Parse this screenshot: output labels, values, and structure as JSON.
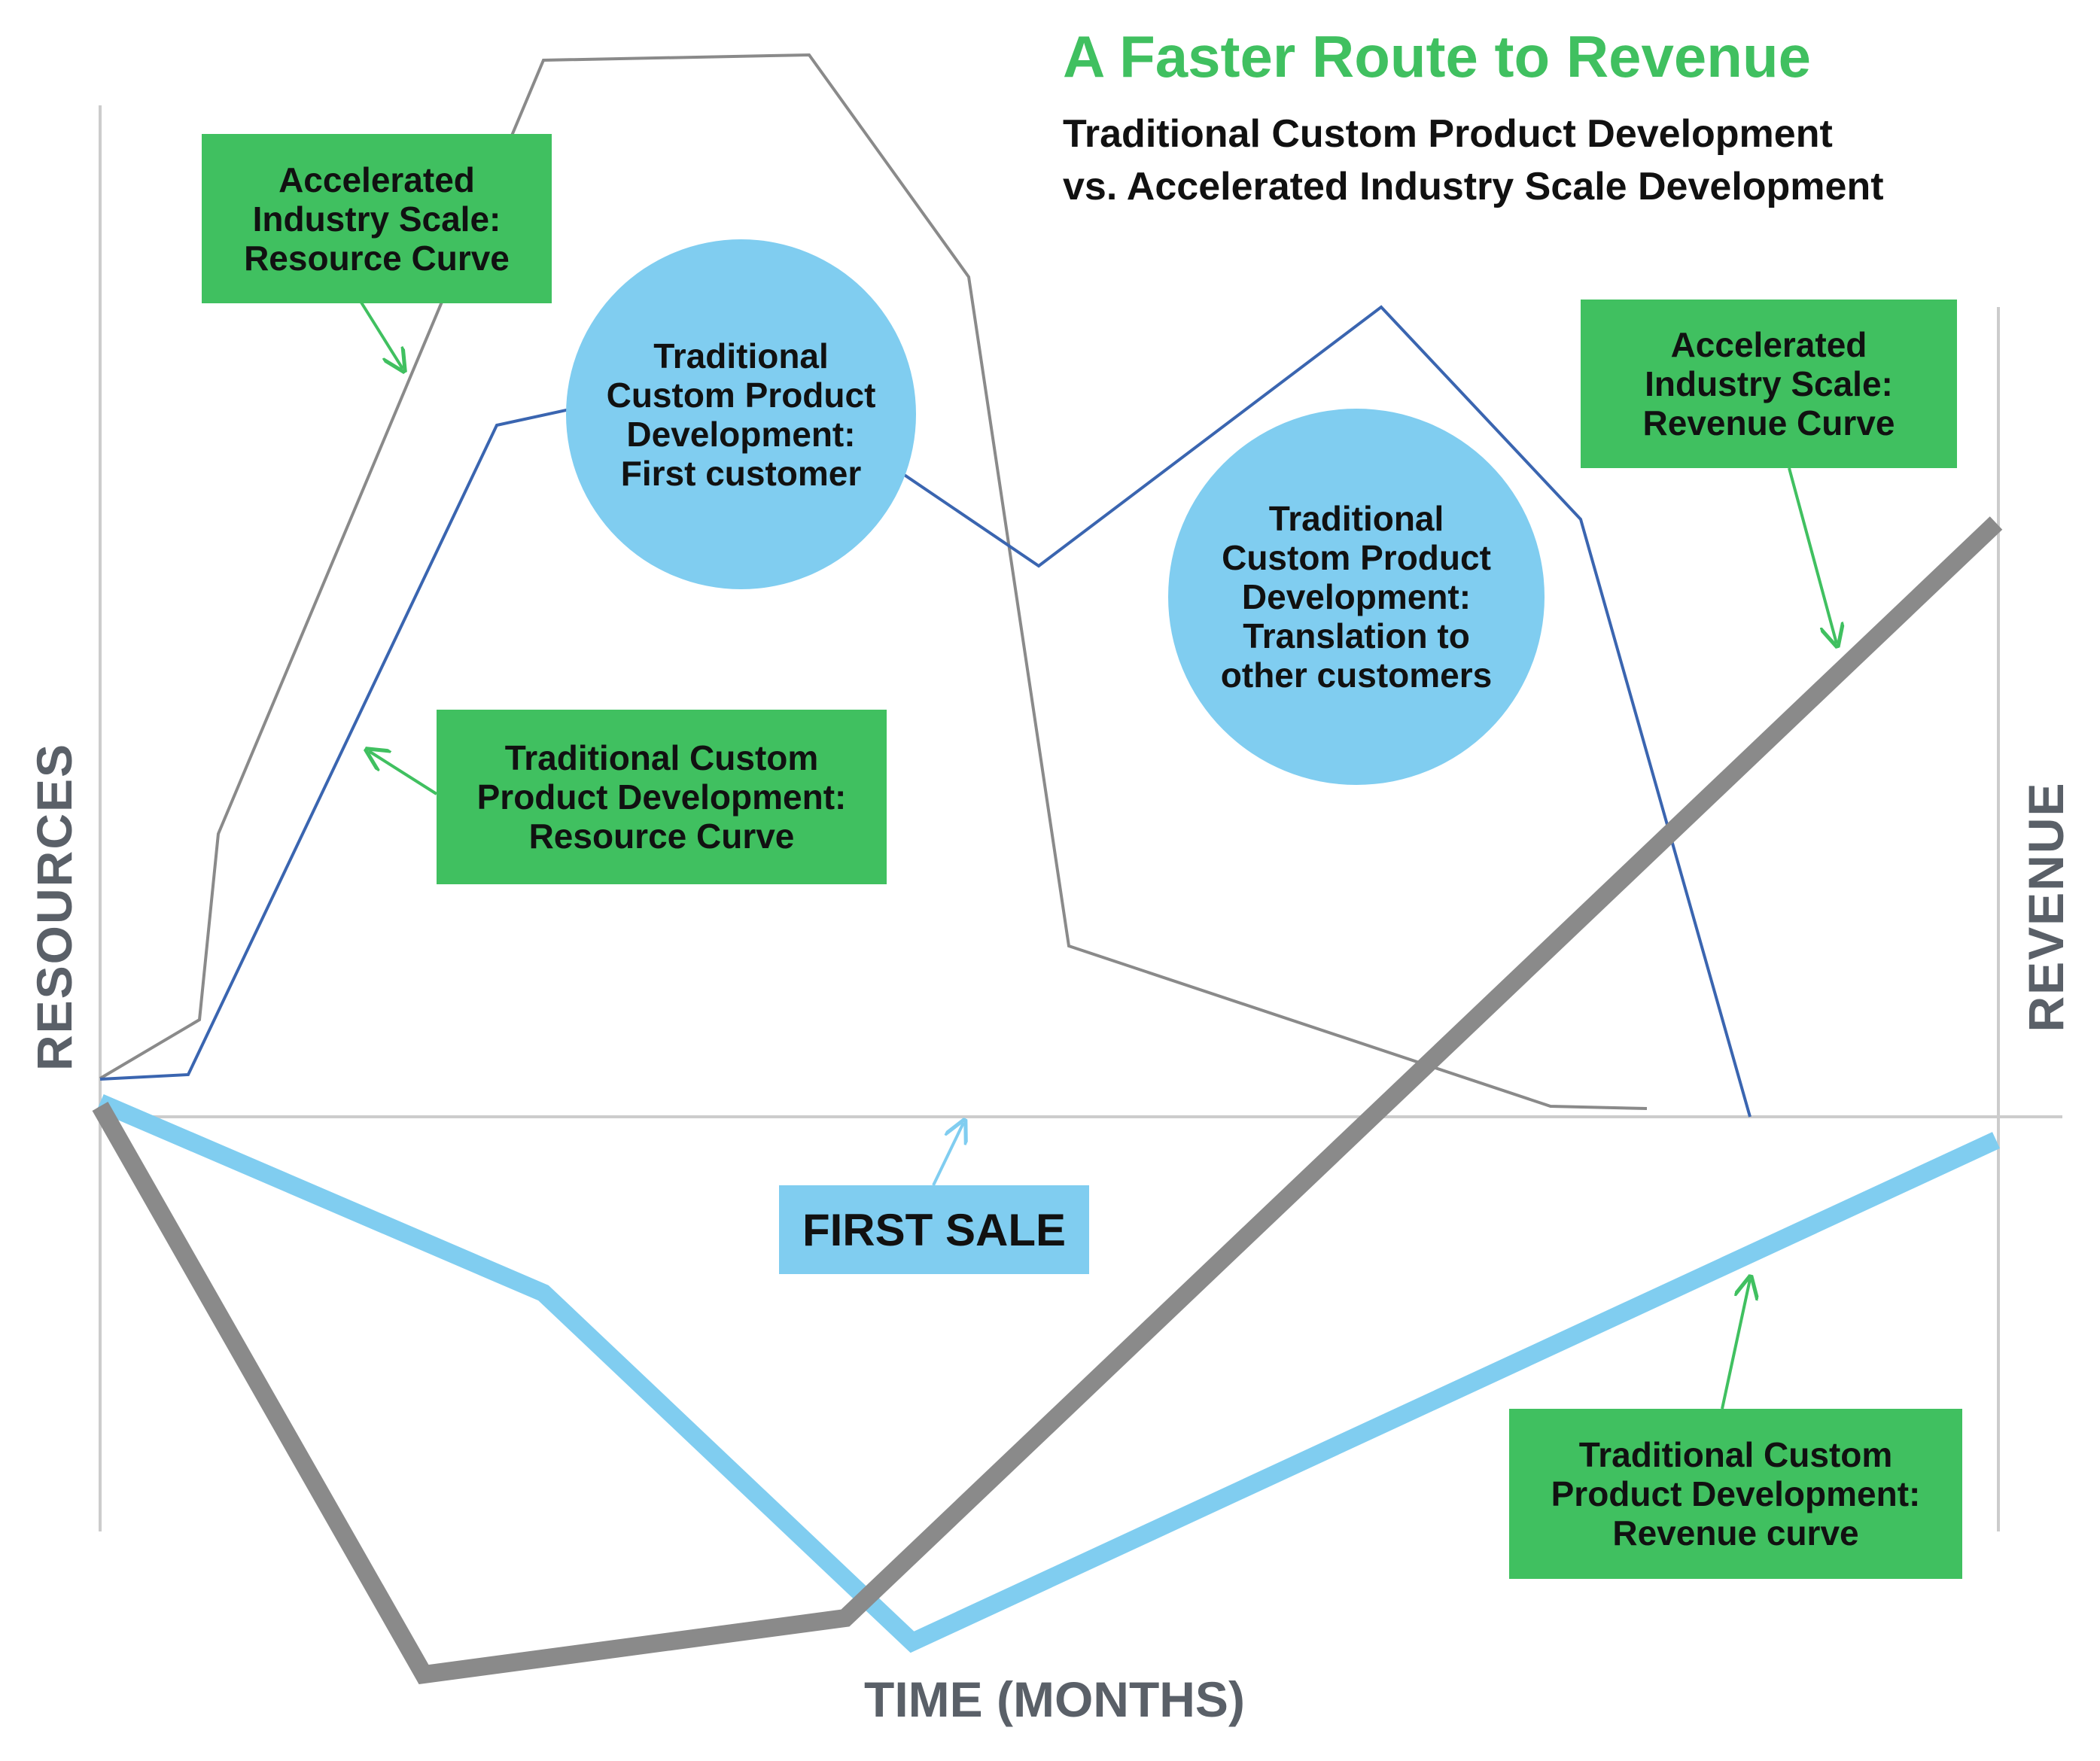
{
  "title": "A Faster Route to Revenue",
  "subtitle_line1": "Traditional Custom Product Development",
  "subtitle_line2": "vs. Accelerated Industry Scale Development",
  "axes": {
    "left": "RESOURCES",
    "right": "REVENUE",
    "bottom": "TIME (MONTHS)"
  },
  "labels": {
    "accel_resource": "Accelerated\nIndustry Scale:\nResource Curve",
    "accel_revenue": "Accelerated\nIndustry Scale:\nRevenue Curve",
    "trad_resource": "Traditional Custom\nProduct Development:\nResource Curve",
    "trad_revenue": "Traditional Custom\nProduct Development:\nRevenue curve",
    "first_customer": "Traditional\nCustom Product\nDevelopment:\nFirst customer",
    "translation": "Traditional\nCustom Product\nDevelopment:\nTranslation to\nother customers",
    "first_sale": "FIRST SALE"
  },
  "colors": {
    "green": "#40c060",
    "light_blue": "#80cdf0",
    "dark_blue": "#3a65b0",
    "gray": "#8a8a8a",
    "axis": "#cccccc"
  }
}
